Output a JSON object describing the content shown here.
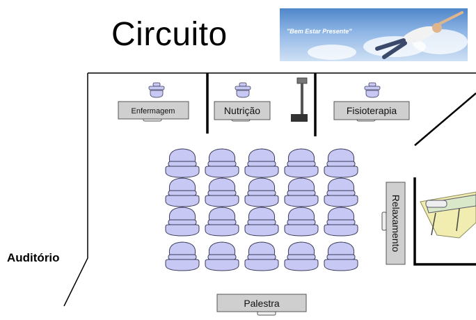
{
  "title": "Circuito",
  "banner": {
    "text": "\"Bem Estar Presente\""
  },
  "rooms": {
    "enfermagem": "Enfermagem",
    "nutricao": "Nutrição",
    "fisioterapia": "Fisioterapia",
    "relaxamento": "Relaxamento",
    "palestra": "Palestra",
    "auditorio": "Auditório"
  },
  "colors": {
    "chair_fill": "#c7c8f3",
    "chair_stroke": "#3a3a5a",
    "desk_fill": "#cfcfcf",
    "wall": "#000000"
  }
}
